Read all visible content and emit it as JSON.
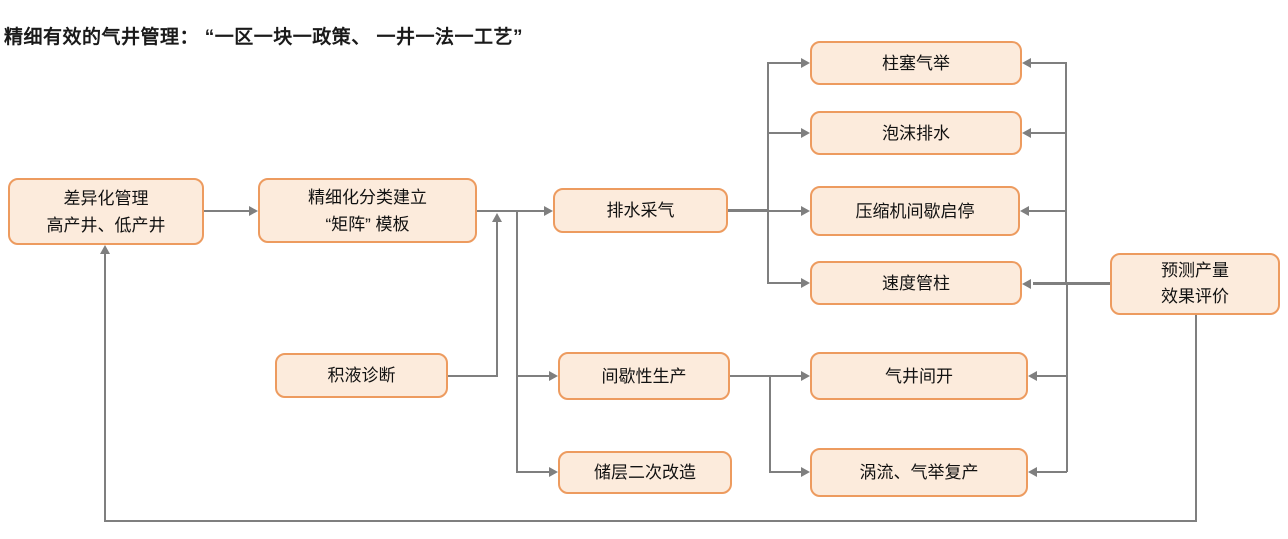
{
  "title": "精细有效的气井管理：  “一区一块一政策、 一井一法一工艺”",
  "colors": {
    "box_fill": "#FCEBDC",
    "box_border": "#ED9B5F",
    "connector": "#7F7F7F",
    "text": "#1A1A1A",
    "background": "#FFFFFF"
  },
  "nodes": {
    "differential": {
      "line1": "差异化管理",
      "line2": "高产井、低产井"
    },
    "matrix": {
      "line1": "精细化分类建立",
      "line2": "“矩阵” 模板"
    },
    "drainage": {
      "label": "排水采气"
    },
    "plunger": {
      "label": "柱塞气举"
    },
    "foam": {
      "label": "泡沫排水"
    },
    "compressor": {
      "label": "压缩机间歇启停"
    },
    "velocity": {
      "label": "速度管柱"
    },
    "predict": {
      "line1": "预测产量",
      "line2": "效果评价"
    },
    "liquid": {
      "label": "积液诊断"
    },
    "intermittent": {
      "label": "间歇性生产"
    },
    "wellopen": {
      "label": "气井间开"
    },
    "reservoir": {
      "label": "储层二次改造"
    },
    "vortex": {
      "label": "涡流、气举复产"
    }
  }
}
